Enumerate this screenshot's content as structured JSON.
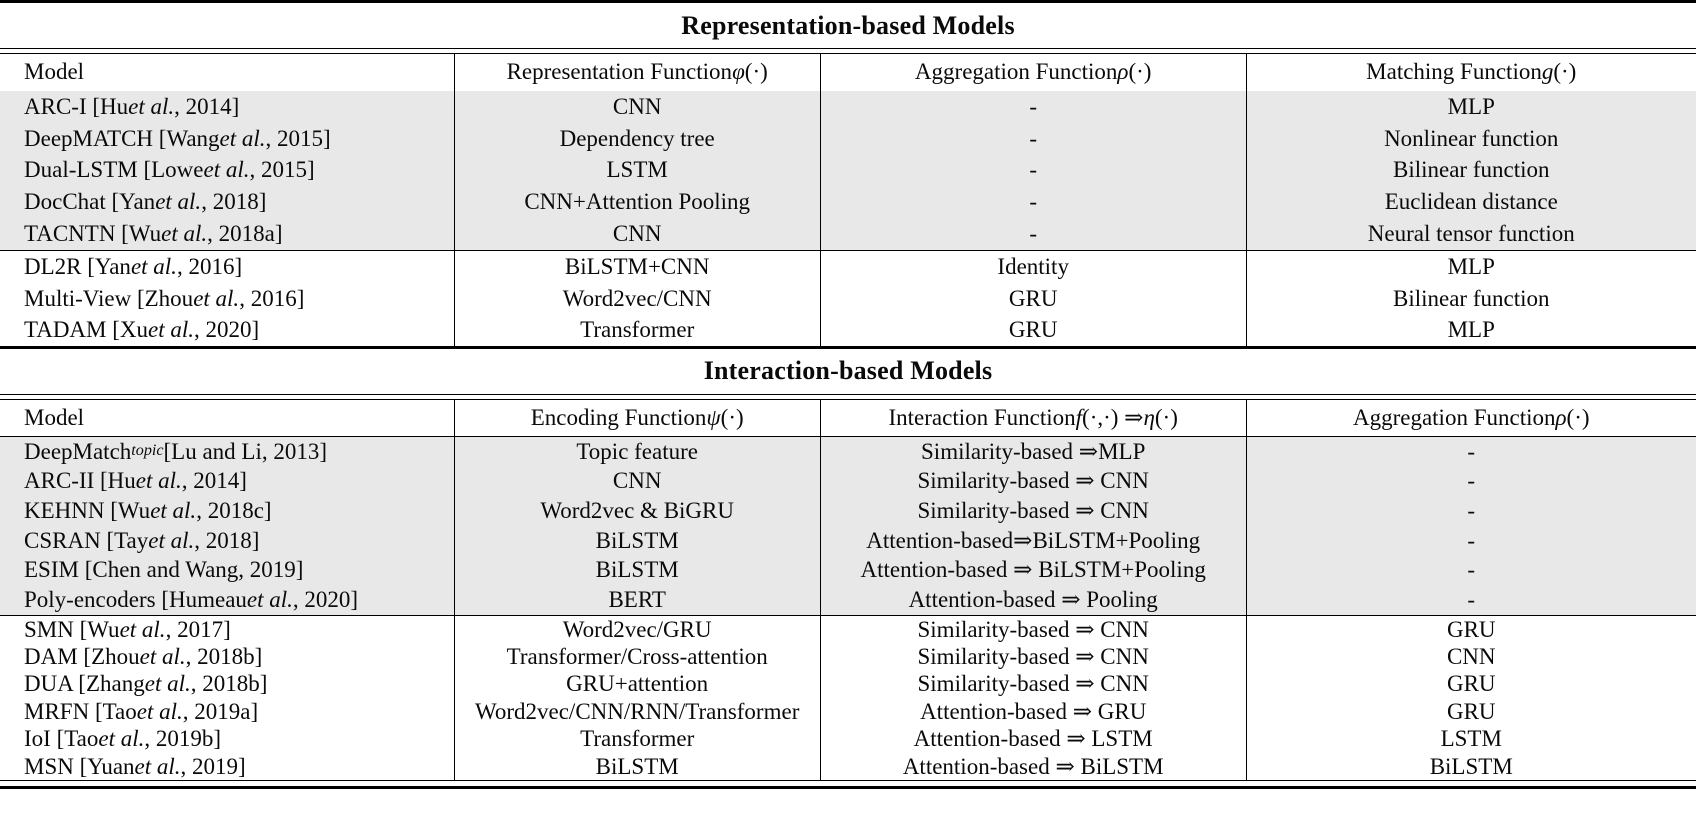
{
  "page": {
    "background": "#ffffff",
    "shade_color": "#e8e8e8",
    "rule_color": "#000000"
  },
  "tables": [
    {
      "title": "Representation-based Models",
      "columns": [
        "Model",
        "Representation Function φ(·)",
        "Aggregation Function ρ(·)",
        "Matching Function g(·)"
      ],
      "groups": [
        {
          "shaded": true,
          "rows": [
            [
              "ARC-I [Hu et al., 2014]",
              "CNN",
              "-",
              "MLP"
            ],
            [
              "DeepMATCH [Wang et al., 2015]",
              "Dependency tree",
              "-",
              "Nonlinear function"
            ],
            [
              "Dual-LSTM [Lowe et al., 2015]",
              "LSTM",
              "-",
              "Bilinear function"
            ],
            [
              "DocChat [Yan et al., 2018]",
              "CNN+Attention Pooling",
              "-",
              "Euclidean distance"
            ],
            [
              "TACNTN [Wu et al., 2018a]",
              "CNN",
              "-",
              "Neural tensor function"
            ]
          ]
        },
        {
          "shaded": false,
          "rows": [
            [
              "DL2R [Yan et al., 2016]",
              "BiLSTM+CNN",
              "Identity",
              "MLP"
            ],
            [
              "Multi-View [Zhou et al., 2016]",
              "Word2vec/CNN",
              "GRU",
              "Bilinear function"
            ],
            [
              "TADAM [Xu et al., 2020]",
              "Transformer",
              "GRU",
              "MLP"
            ]
          ]
        }
      ]
    },
    {
      "title": "Interaction-based Models",
      "columns": [
        "Model",
        "Encoding Function ψ(·)",
        "Interaction Function f(·,·) ⇒ η(·)",
        "Aggregation Function ρ(·)"
      ],
      "groups": [
        {
          "shaded": true,
          "rows": [
            [
              "DeepMatch_{topic} [Lu and Li, 2013]",
              "Topic feature",
              "Similarity-based ⇒MLP",
              "-"
            ],
            [
              "ARC-II [Hu et al., 2014]",
              "CNN",
              "Similarity-based ⇒ CNN",
              "-"
            ],
            [
              "KEHNN [Wu et al., 2018c]",
              "Word2vec & BiGRU",
              "Similarity-based ⇒ CNN",
              "-"
            ],
            [
              "CSRAN [Tay et al., 2018]",
              "BiLSTM",
              "Attention-based⇒BiLSTM+Pooling",
              "-"
            ],
            [
              "ESIM [Chen and Wang, 2019]",
              "BiLSTM",
              "Attention-based ⇒ BiLSTM+Pooling",
              "-"
            ],
            [
              "Poly-encoders [Humeau et al., 2020]",
              "BERT",
              "Attention-based ⇒ Pooling",
              "-"
            ]
          ]
        },
        {
          "shaded": false,
          "rows": [
            [
              "SMN [Wu et al., 2017]",
              "Word2vec/GRU",
              "Similarity-based ⇒ CNN",
              "GRU"
            ],
            [
              "DAM [Zhou et al., 2018b]",
              "Transformer/Cross-attention",
              "Similarity-based ⇒ CNN",
              "CNN"
            ],
            [
              "DUA [Zhang et al., 2018b]",
              "GRU+attention",
              "Similarity-based ⇒ CNN",
              "GRU"
            ],
            [
              "MRFN [Tao et al., 2019a]",
              "Word2vec/CNN/RNN/Transformer",
              "Attention-based ⇒ GRU",
              "GRU"
            ],
            [
              "IoI [Tao et al., 2019b]",
              "Transformer",
              "Attention-based ⇒ LSTM",
              "LSTM"
            ],
            [
              "MSN [Yuan et al., 2019]",
              "BiLSTM",
              "Attention-based ⇒ BiLSTM",
              "BiLSTM"
            ]
          ]
        }
      ]
    }
  ]
}
